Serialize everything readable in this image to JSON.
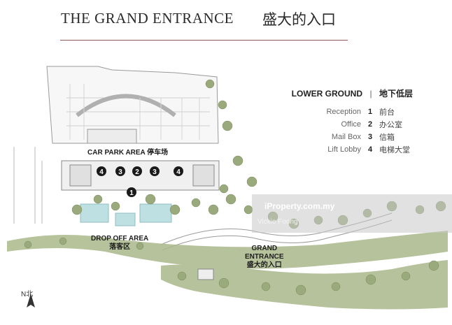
{
  "header": {
    "title_en": "THE GRAND ENTRANCE",
    "title_cn": "盛大的入口"
  },
  "legend": {
    "heading_en": "LOWER GROUND",
    "heading_separator": "|",
    "heading_cn": "地下低层",
    "items": [
      {
        "en": "Reception",
        "num": "1",
        "cn": "前台"
      },
      {
        "en": "Office",
        "num": "2",
        "cn": "办公室"
      },
      {
        "en": "Mail Box",
        "num": "3",
        "cn": "信箱"
      },
      {
        "en": "Lift Lobby",
        "num": "4",
        "cn": "电梯大堂"
      }
    ]
  },
  "map_labels": {
    "car_park": "CAR PARK AREA  停车场",
    "drop_off_en": "DROP OFF AREA",
    "drop_off_cn": "落客区",
    "entrance_en_1": "GRAND",
    "entrance_en_2": "ENTRANCE",
    "entrance_cn": "盛大的入口"
  },
  "markers": [
    "4",
    "3",
    "2",
    "3",
    "4",
    "1"
  ],
  "watermark": {
    "brand": "iProperty.com.my",
    "user": "Vickie Foong"
  },
  "compass": {
    "label": "N北"
  },
  "colors": {
    "accent_rule": "#8a5a55",
    "tree": "#9aaa7c",
    "pool": "#bfe0e2",
    "road": "#e8e8e8",
    "marker": "#1a1a1a"
  }
}
